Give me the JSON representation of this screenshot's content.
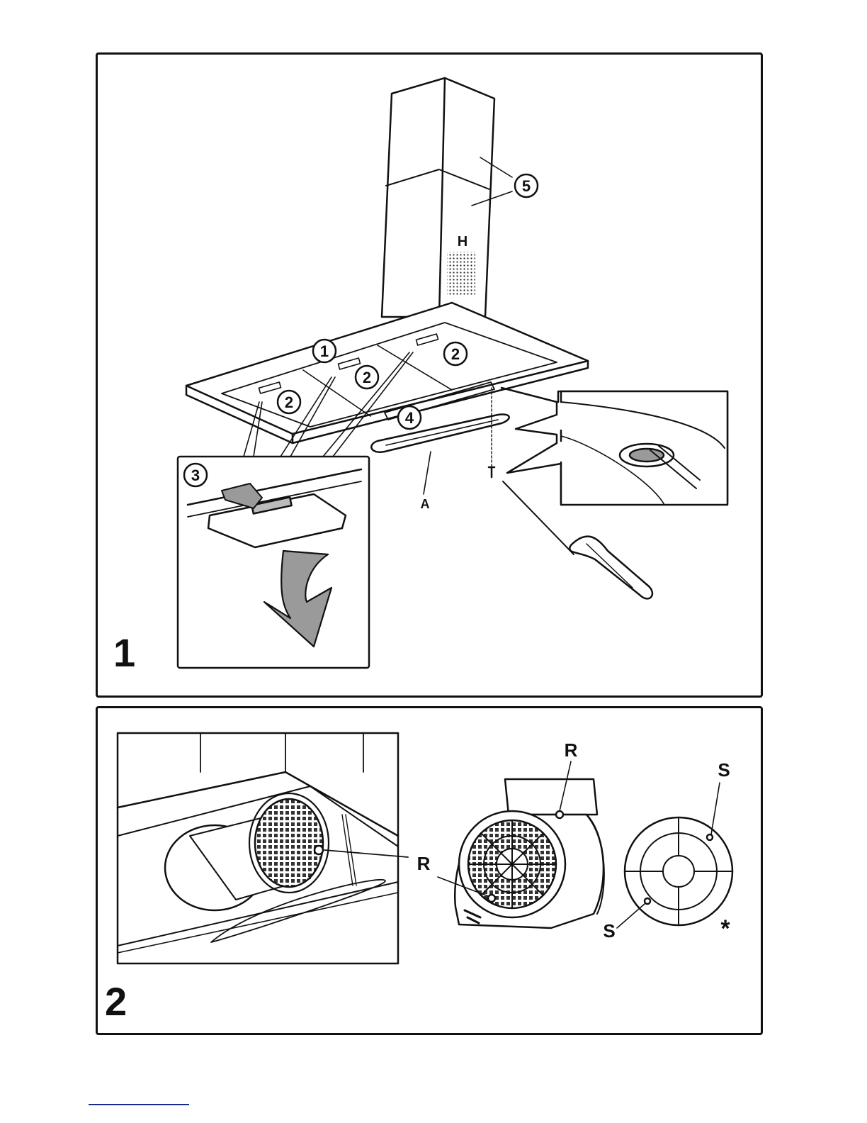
{
  "figure1": {
    "number": "1",
    "callouts": {
      "c1": "1",
      "c2": "2",
      "c3": "3",
      "c4": "4",
      "c5": "5"
    },
    "letters": {
      "H": "H",
      "A": "A"
    }
  },
  "figure2": {
    "number": "2",
    "letters": {
      "R": "R",
      "S": "S",
      "asterisk": "*"
    }
  },
  "colors": {
    "ink": "#111111",
    "shade": "#9a9a9a",
    "accent_rule": "#1a2a8c"
  }
}
